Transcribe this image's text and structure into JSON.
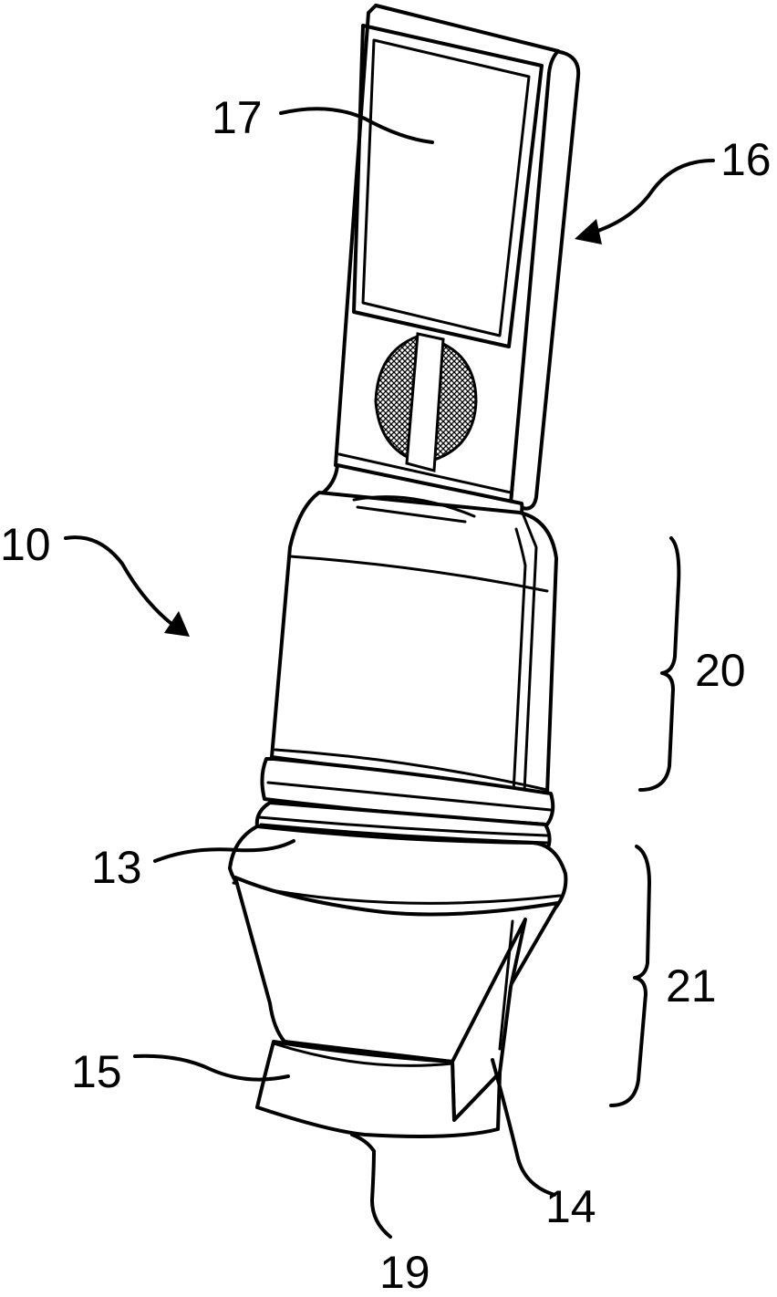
{
  "figure": {
    "labels": {
      "device": "10",
      "ring": "13",
      "blade": "14",
      "cup": "15",
      "strip": "16",
      "window": "17",
      "tip": "19",
      "upper_section": "20",
      "lower_section": "21"
    },
    "colors": {
      "ink": "#000000",
      "paper": "#ffffff"
    }
  }
}
